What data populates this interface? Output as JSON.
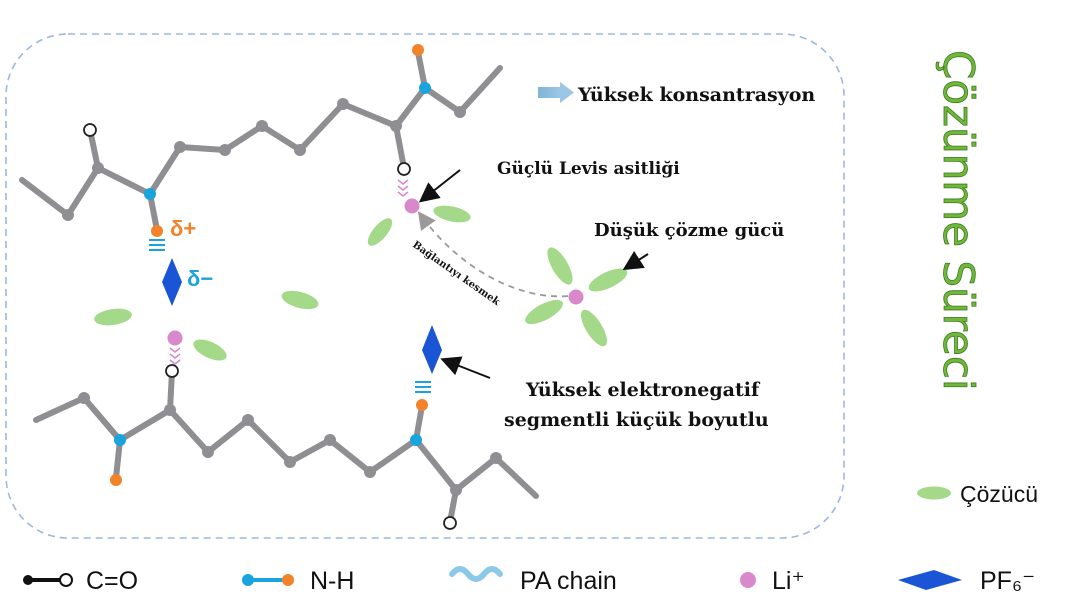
{
  "annotations": {
    "concentration": "Yüksek konsantrasyon",
    "lewis": "Güçlü Levis asitliği",
    "solvation_power": "Düşük çözme gücü",
    "break_link": "Bağlantıyı kesmek",
    "electroneg_line1": "Yüksek elektronegatif",
    "electroneg_line2": "segmentli küçük boyutlu",
    "delta_plus": "δ+",
    "delta_minus": "δ−"
  },
  "side_title": "Çözünme Süreci",
  "solvent_legend": "Çözücü",
  "legend": [
    {
      "label": "C=O"
    },
    {
      "label": "N-H"
    },
    {
      "label": "PA chain"
    },
    {
      "label": "Li⁺"
    },
    {
      "label": "PF₆⁻"
    }
  ],
  "colors": {
    "chain": "#8e8e93",
    "nitrogen": "#1aa3dd",
    "hydrogen": "#f2832a",
    "lithium": "#d889cc",
    "pf6": "#1a55d6",
    "solvent": "#a5d98a",
    "title_green": "#6fb83b",
    "border": "#9fb7e0"
  }
}
